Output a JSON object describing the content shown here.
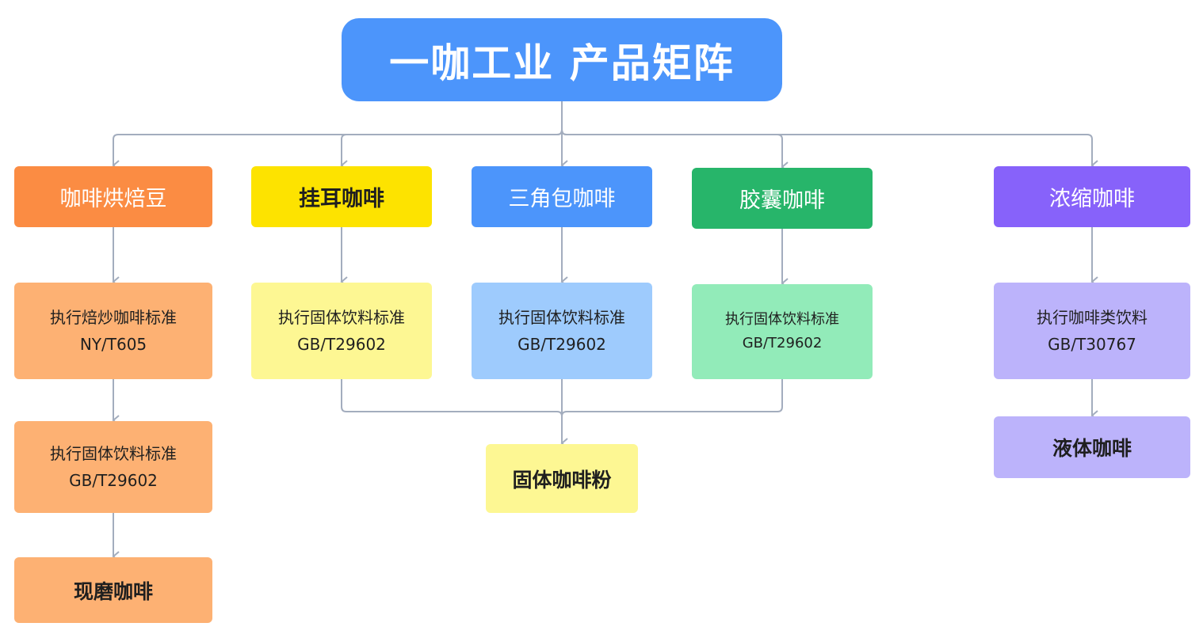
{
  "title": "一咖工业 产品矩阵",
  "categories": {
    "roast": "咖啡烘焙豆",
    "drip": "挂耳咖啡",
    "triangle": "三角包咖啡",
    "capsule": "胶囊咖啡",
    "concentrate": "浓缩咖啡"
  },
  "standards": {
    "roast_1": {
      "line1": "执行焙炒咖啡标准",
      "line2": "NY/T605"
    },
    "roast_2": {
      "line1": "执行固体饮料标准",
      "line2": "GB/T29602"
    },
    "drip": {
      "line1": "执行固体饮料标准",
      "line2": "GB/T29602"
    },
    "triangle": {
      "line1": "执行固体饮料标准",
      "line2": "GB/T29602"
    },
    "capsule": {
      "line1": "执行固体饮料标准",
      "line2": "GB/T29602"
    },
    "concentrate": {
      "line1": "执行咖啡类饮料",
      "line2": "GB/T30767"
    }
  },
  "results": {
    "fresh_ground": "现磨咖啡",
    "solid_powder": "固体咖啡粉",
    "liquid": "液体咖啡"
  },
  "colors": {
    "title_bg": "#4c95fb",
    "roast": "#fb8c43",
    "roast_light": "#fdb173",
    "drip": "#fde300",
    "drip_light": "#fdf793",
    "triangle": "#4c95fb",
    "triangle_light": "#9ecbfd",
    "capsule": "#27b56a",
    "capsule_light": "#92ebb9",
    "concentrate": "#8762fa",
    "concentrate_light": "#bcb3fb",
    "connector": "#a3adbe"
  }
}
